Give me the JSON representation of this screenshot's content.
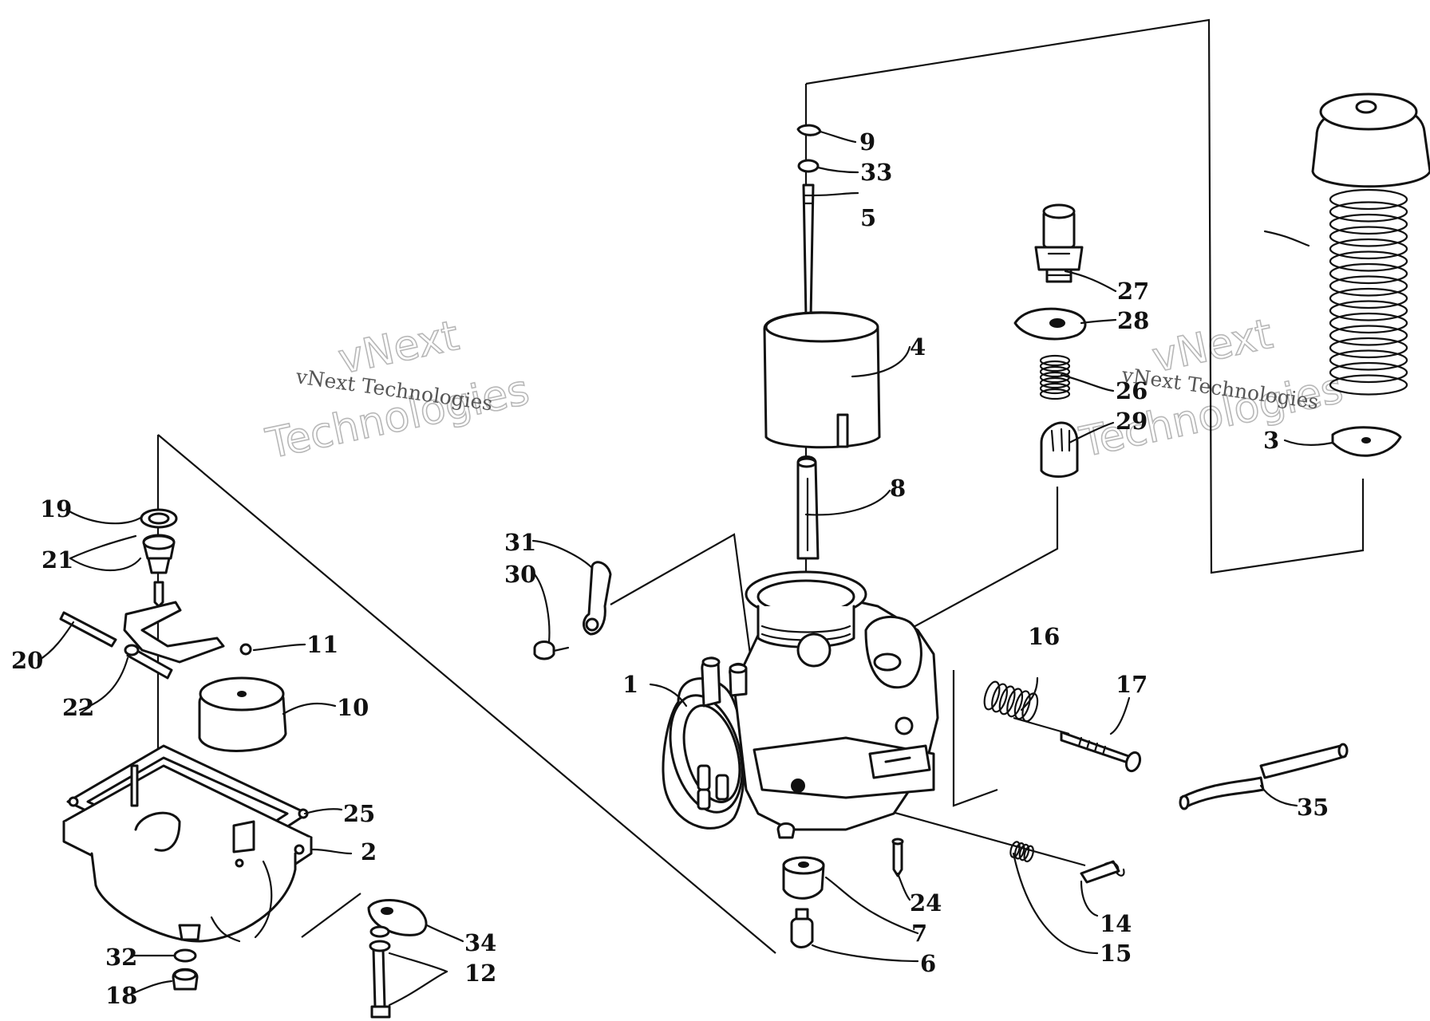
{
  "watermark": {
    "line1": "vNext",
    "line2": "Technologies",
    "caption": "vNext Technologies"
  },
  "callouts": {
    "c1": "1",
    "c2": "2",
    "c3": "3",
    "c4": "4",
    "c5": "5",
    "c6": "6",
    "c7": "7",
    "c8": "8",
    "c9": "9",
    "c10": "10",
    "c11": "11",
    "c12": "12",
    "c14": "14",
    "c15": "15",
    "c16": "16",
    "c17": "17",
    "c18": "18",
    "c19": "19",
    "c20": "20",
    "c21": "21",
    "c22": "22",
    "c24": "24",
    "c25": "25",
    "c26": "26",
    "c27": "27",
    "c28": "28",
    "c29": "29",
    "c30": "30",
    "c31": "31",
    "c32": "32",
    "c33": "33",
    "c34": "34",
    "c35": "35"
  }
}
